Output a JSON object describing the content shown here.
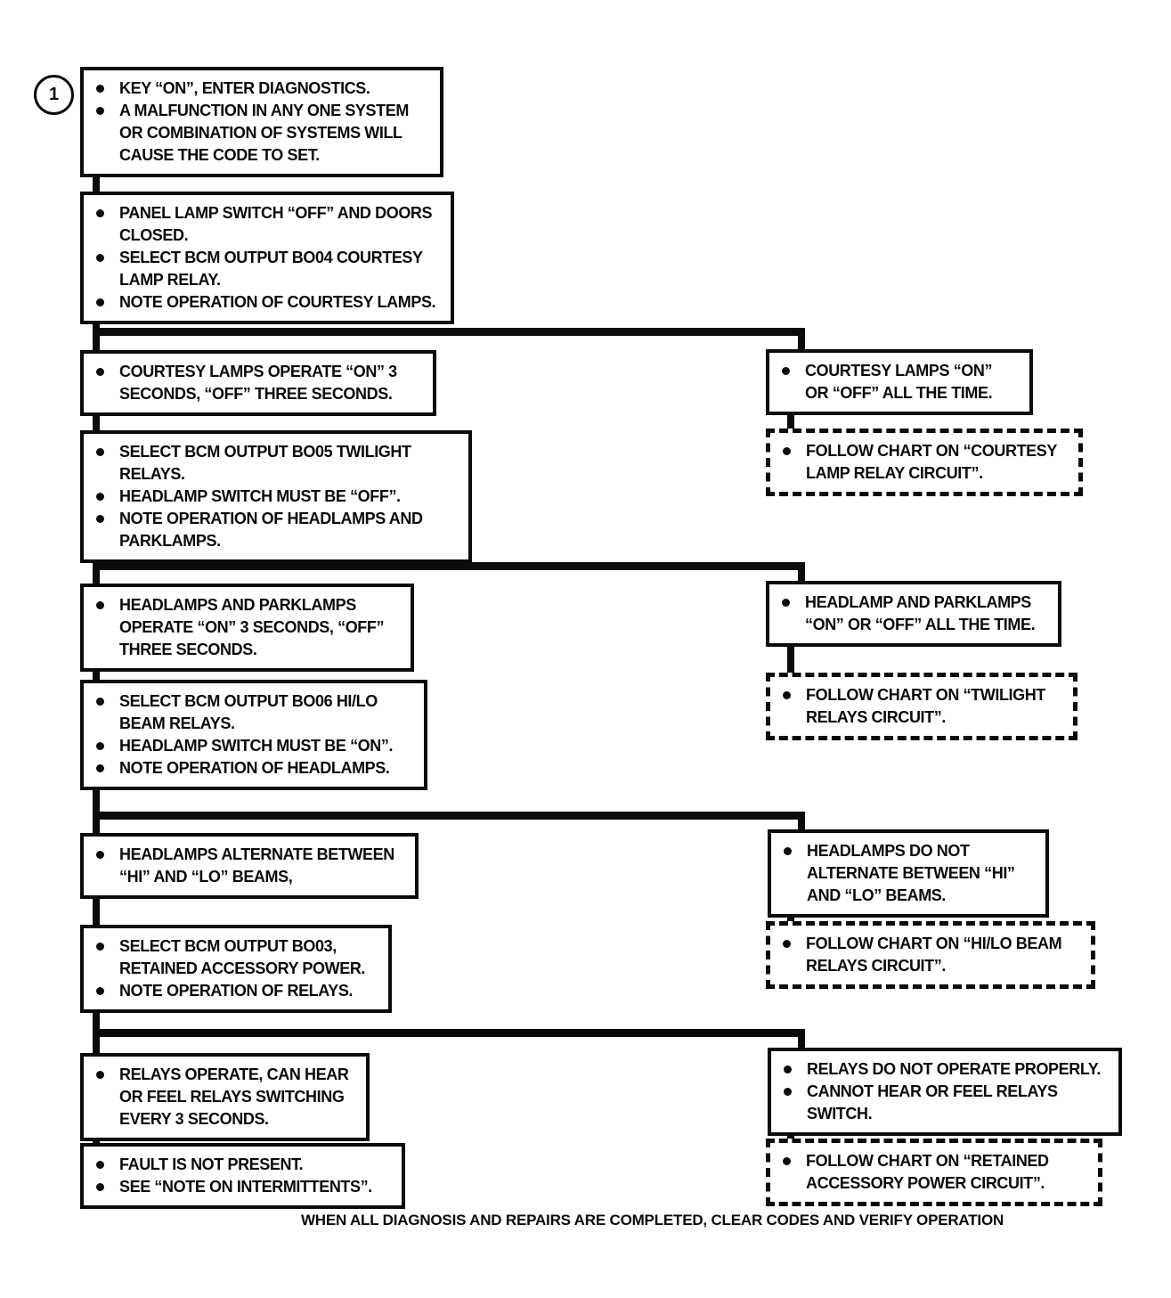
{
  "step_marker": "1",
  "colors": {
    "ink": "#0b0b0b",
    "paper": "#ffffff"
  },
  "footer": "WHEN ALL DIAGNOSIS AND REPAIRS ARE COMPLETED, CLEAR CODES AND VERIFY OPERATION",
  "boxes": {
    "start": {
      "style": "solid",
      "items": [
        "KEY “ON”, ENTER DIAGNOSTICS.",
        "A MALFUNCTION IN ANY ONE SYSTEM OR COMBINATION OF SYSTEMS WILL CAUSE THE CODE TO SET."
      ]
    },
    "courtesy_test": {
      "style": "solid",
      "items": [
        "PANEL LAMP SWITCH “OFF” AND DOORS CLOSED.",
        "SELECT BCM OUTPUT BO04 COURTESY LAMP RELAY.",
        "NOTE OPERATION OF COURTESY LAMPS."
      ]
    },
    "courtesy_ok": {
      "style": "solid",
      "items": [
        "COURTESY LAMPS OPERATE “ON” 3 SECONDS, “OFF” THREE SECONDS."
      ]
    },
    "courtesy_fault": {
      "style": "solid",
      "items": [
        "COURTESY LAMPS “ON” OR “OFF” ALL THE TIME."
      ]
    },
    "courtesy_chart": {
      "style": "dashed",
      "items": [
        "FOLLOW CHART ON “COURTESY LAMP RELAY CIRCUIT”."
      ]
    },
    "twilight_test": {
      "style": "solid",
      "items": [
        "SELECT BCM OUTPUT BO05 TWILIGHT RELAYS.",
        "HEADLAMP SWITCH MUST BE “OFF”.",
        "NOTE OPERATION OF HEADLAMPS AND PARKLAMPS."
      ]
    },
    "twilight_ok": {
      "style": "solid",
      "items": [
        "HEADLAMPS AND PARKLAMPS OPERATE “ON” 3 SECONDS, “OFF” THREE SECONDS."
      ]
    },
    "twilight_fault": {
      "style": "solid",
      "items": [
        "HEADLAMP AND PARKLAMPS “ON” OR “OFF” ALL THE TIME."
      ]
    },
    "twilight_chart": {
      "style": "dashed",
      "items": [
        "FOLLOW CHART ON “TWILIGHT RELAYS CIRCUIT”."
      ]
    },
    "hilo_test": {
      "style": "solid",
      "items": [
        "SELECT BCM OUTPUT BO06 HI/LO BEAM RELAYS.",
        "HEADLAMP SWITCH MUST BE “ON”.",
        "NOTE OPERATION OF HEADLAMPS."
      ]
    },
    "hilo_ok": {
      "style": "solid",
      "items": [
        "HEADLAMPS ALTERNATE BETWEEN “HI” AND “LO” BEAMS,"
      ]
    },
    "hilo_fault": {
      "style": "solid",
      "items": [
        "HEADLAMPS DO NOT ALTERNATE BETWEEN “HI” AND “LO” BEAMS."
      ]
    },
    "hilo_chart": {
      "style": "dashed",
      "items": [
        "FOLLOW CHART ON “HI/LO BEAM RELAYS CIRCUIT”."
      ]
    },
    "rap_test": {
      "style": "solid",
      "items": [
        "SELECT BCM OUTPUT BO03, RETAINED ACCESSORY POWER.",
        "NOTE OPERATION OF RELAYS."
      ]
    },
    "rap_ok": {
      "style": "solid",
      "items": [
        "RELAYS OPERATE, CAN HEAR OR FEEL RELAYS SWITCHING EVERY 3 SECONDS."
      ]
    },
    "rap_fault": {
      "style": "solid",
      "items": [
        "RELAYS DO NOT OPERATE PROPERLY.",
        "CANNOT HEAR OR FEEL RELAYS SWITCH."
      ]
    },
    "rap_chart": {
      "style": "dashed",
      "items": [
        "FOLLOW CHART ON “RETAINED ACCESSORY POWER CIRCUIT”."
      ]
    },
    "no_fault": {
      "style": "solid",
      "items": [
        "FAULT IS NOT PRESENT.",
        "SEE “NOTE ON INTERMITTENTS”."
      ]
    }
  }
}
